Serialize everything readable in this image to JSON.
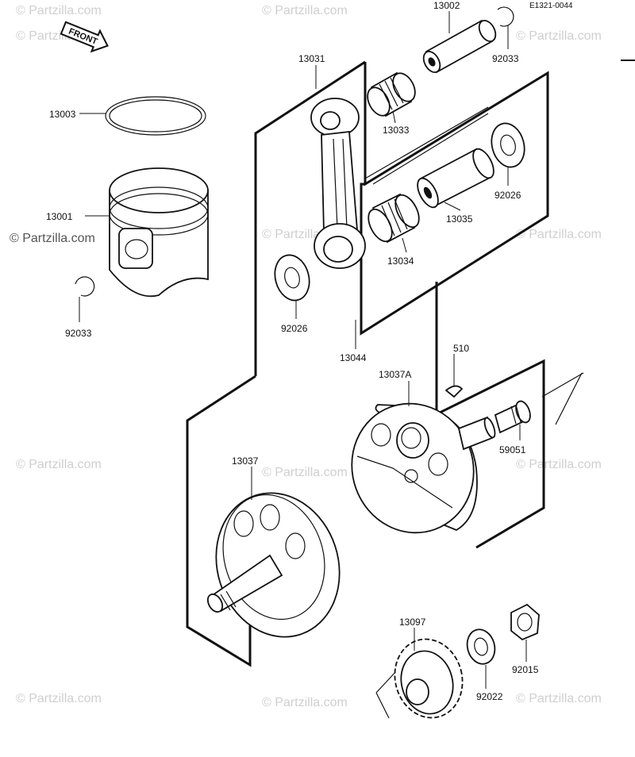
{
  "diagram_code": "E1321-0044",
  "front_label": "FRONT",
  "watermark": "© Partzilla.com",
  "labels": {
    "p13002": "13002",
    "p92033_top": "92033",
    "p13031": "13031",
    "p13003": "13003",
    "p13033": "13033",
    "p92026_right": "92026",
    "p13001": "13001",
    "p13035": "13035",
    "p13034": "13034",
    "p92033_left": "92033",
    "p92026_left": "92026",
    "p13044": "13044",
    "p510": "510",
    "p13037A": "13037A",
    "p59051": "59051",
    "p13037": "13037",
    "p13097": "13097",
    "p92015": "92015",
    "p92022": "92022"
  }
}
